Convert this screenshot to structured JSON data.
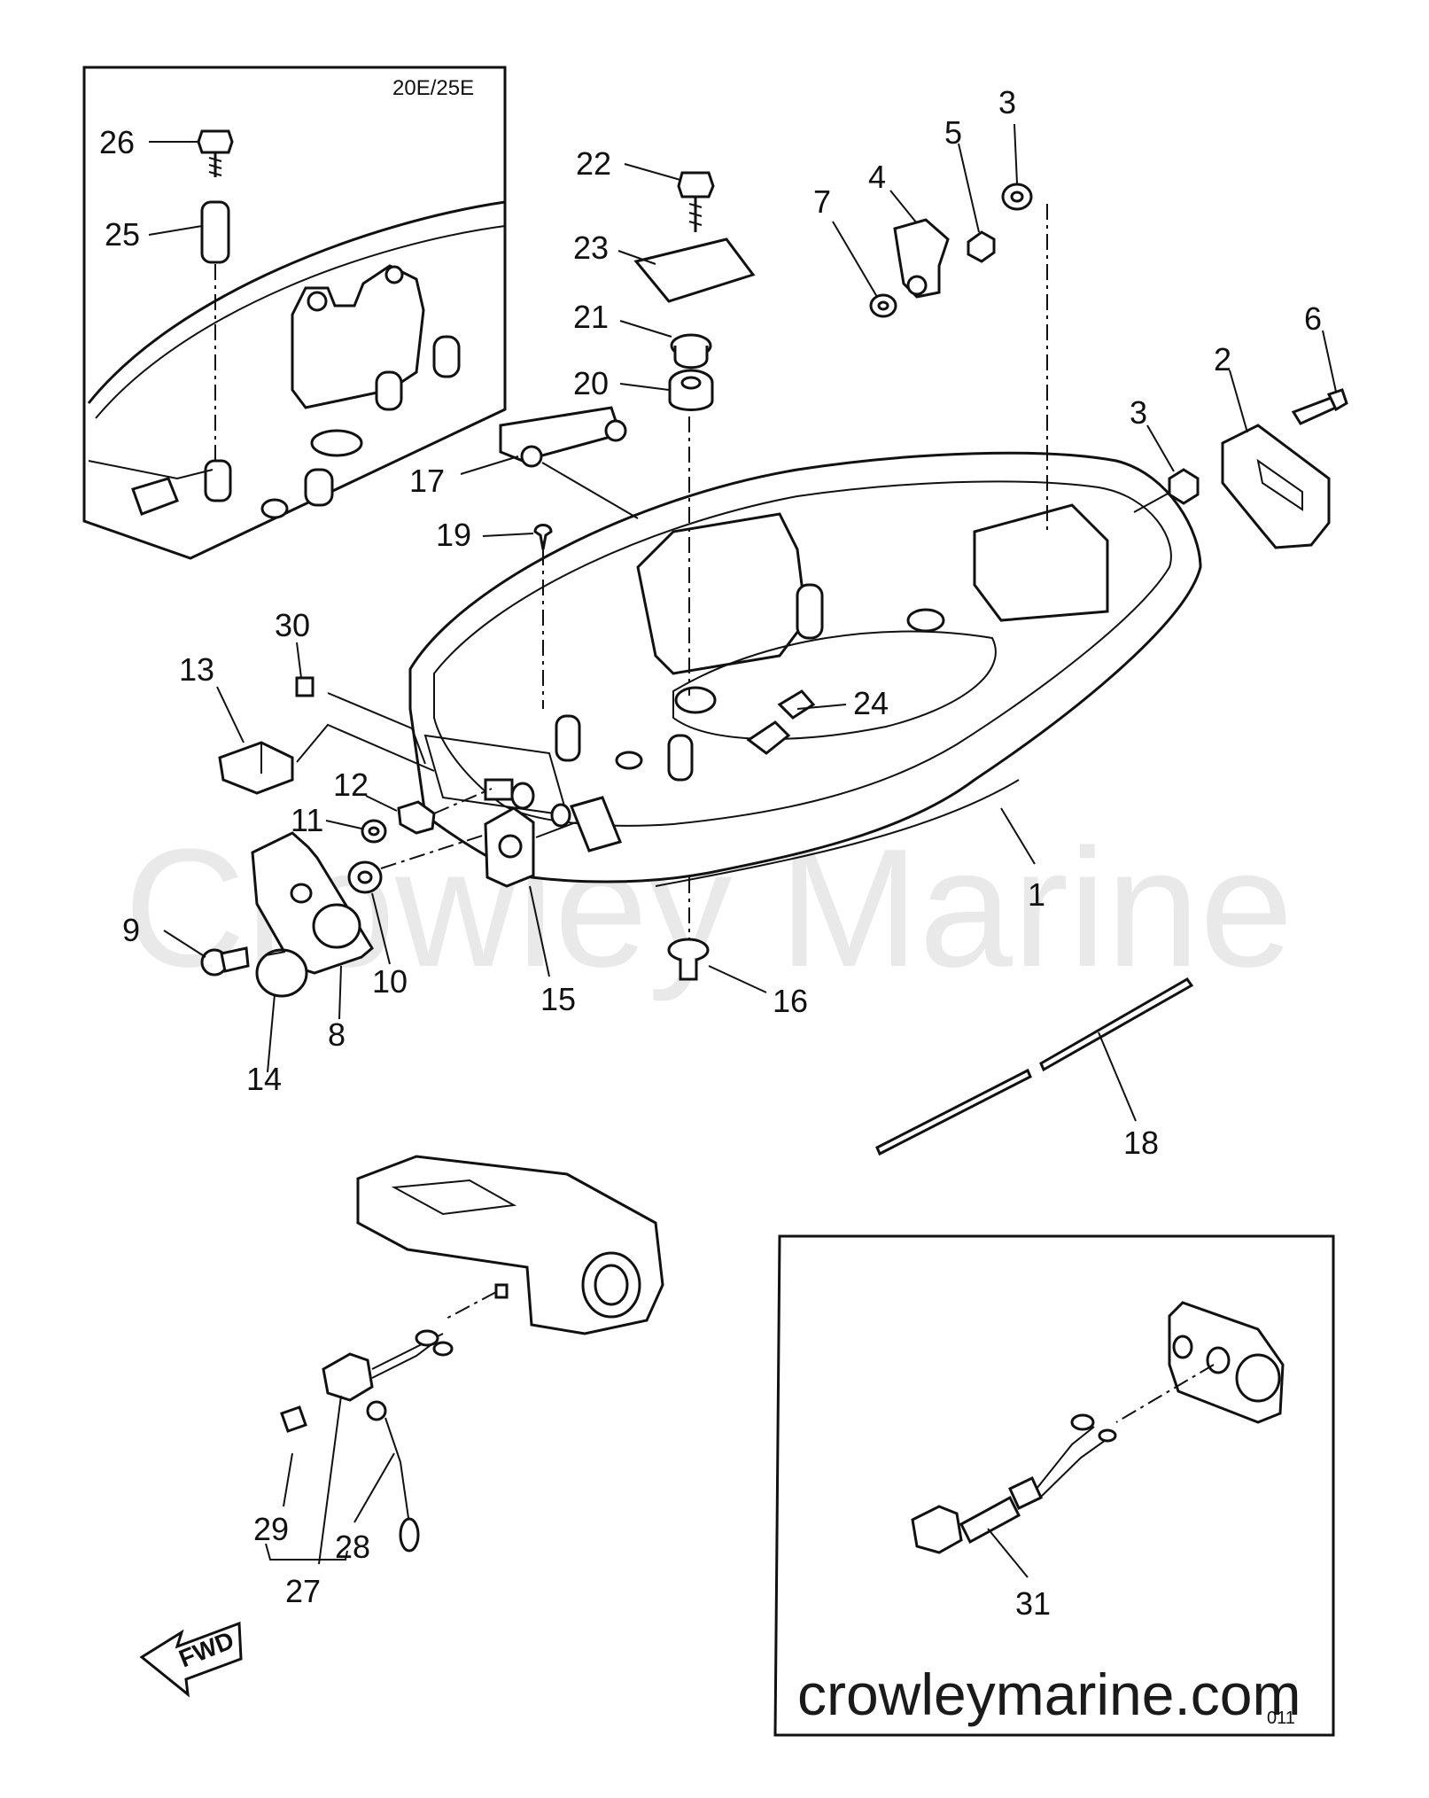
{
  "inset_top": {
    "model_label": "20E/25E"
  },
  "labels": {
    "p1": "1",
    "p2": "2",
    "p3a": "3",
    "p3b": "3",
    "p4": "4",
    "p5": "5",
    "p6": "6",
    "p7": "7",
    "p8": "8",
    "p9": "9",
    "p10": "10",
    "p11": "11",
    "p12": "12",
    "p13": "13",
    "p14": "14",
    "p15": "15",
    "p16": "16",
    "p17": "17",
    "p18": "18",
    "p19": "19",
    "p20": "20",
    "p21": "21",
    "p22": "22",
    "p23": "23",
    "p24": "24",
    "p25": "25",
    "p26": "26",
    "p27": "27",
    "p28": "28",
    "p29": "29",
    "p30": "30",
    "p31": "31"
  },
  "fwd_arrow": {
    "text": "FWD"
  },
  "watermark": {
    "text": "Crowley Marine"
  },
  "footer": {
    "site": "crowleymarine.com",
    "code": "011"
  }
}
